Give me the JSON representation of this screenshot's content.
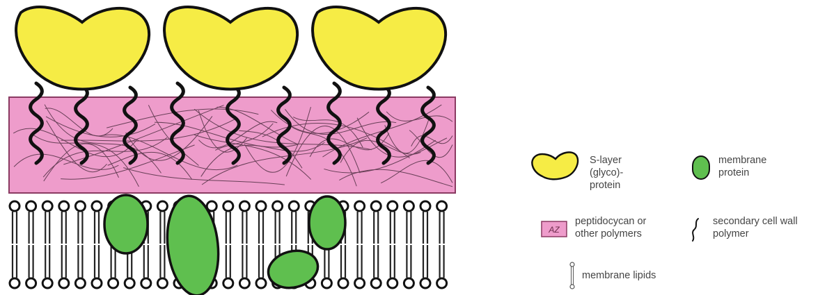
{
  "legend": {
    "s_layer_label": "S-layer\n(glyco)-\nprotein",
    "membrane_protein_label": "membrane\nprotein",
    "peptidoglycan_label": "peptidocycan or\nother polymers",
    "secondary_polymer_label": "secondary cell wall\npolymer",
    "membrane_lipids_label": "membrane lipids",
    "swatch_text": "AZ"
  },
  "colors": {
    "s_layer": "#f6ec45",
    "peptidoglycan": "#ee9ccb",
    "peptidoglycan_border": "#8a3a62",
    "membrane_protein": "#5fbf4f",
    "outline": "#111111"
  }
}
